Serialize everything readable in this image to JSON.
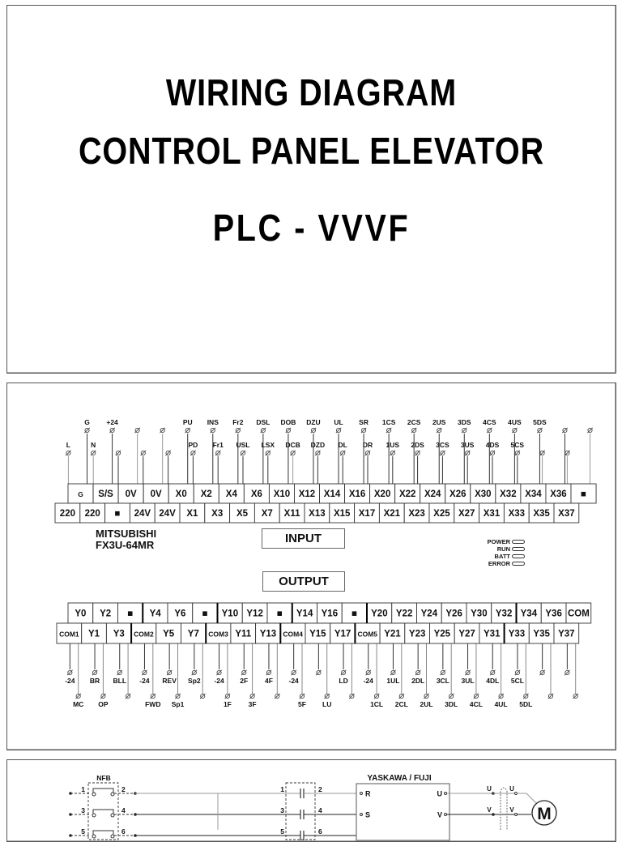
{
  "title_panel": {
    "lines": [
      "WIRING DIAGRAM",
      "CONTROL PANEL ELEVATOR",
      "PLC - VVVF"
    ]
  },
  "plc_panel": {
    "brand_line1": "MITSUBISHI",
    "brand_line2": "FX3U-64MR",
    "input_label": "INPUT",
    "output_label": "OUTPUT",
    "leds": [
      "POWER",
      "RUN",
      "BATT",
      "ERROR"
    ],
    "input": {
      "top_row": [
        "",
        "G",
        "S/S",
        "0V",
        "0V",
        "X0",
        "X2",
        "X4",
        "X6",
        "X10",
        "X12",
        "X14",
        "X16",
        "X20",
        "X22",
        "X24",
        "X26",
        "X30",
        "X32",
        "X34",
        "X36",
        "■"
      ],
      "bottom_row": [
        "220",
        "220",
        "■",
        "24V",
        "24V",
        "X1",
        "X3",
        "X5",
        "X7",
        "X11",
        "X13",
        "X15",
        "X17",
        "X21",
        "X23",
        "X25",
        "X27",
        "X31",
        "X33",
        "X35",
        "X37"
      ],
      "top_wire_labels": [
        "G",
        "+24",
        "",
        "",
        "PU",
        "INS",
        "Fr2",
        "DSL",
        "DOB",
        "DZU",
        "UL",
        "SR",
        "1CS",
        "2CS",
        "2US",
        "3DS",
        "4CS",
        "4US",
        "5DS",
        "",
        ""
      ],
      "bottom_wire_labels": [
        "L",
        "N",
        "",
        "",
        "",
        "PD",
        "Fr1",
        "USL",
        "LSX",
        "DCB",
        "DZD",
        "DL",
        "DR",
        "1US",
        "2DS",
        "3CS",
        "3US",
        "4DS",
        "5CS",
        "",
        ""
      ]
    },
    "output": {
      "top_row": [
        "Y0",
        "Y2",
        "■",
        "Y4",
        "Y6",
        "■",
        "Y10",
        "Y12",
        "■",
        "Y14",
        "Y16",
        "■",
        "Y20",
        "Y22",
        "Y24",
        "Y26",
        "Y30",
        "Y32",
        "Y34",
        "Y36",
        "COM"
      ],
      "bottom_row": [
        "COM1",
        "Y1",
        "Y3",
        "COM2",
        "Y5",
        "Y7",
        "COM3",
        "Y11",
        "Y13",
        "COM4",
        "Y15",
        "Y17",
        "COM5",
        "Y21",
        "Y23",
        "Y25",
        "Y27",
        "Y31",
        "Y33",
        "Y35",
        "Y37"
      ],
      "bottom_wire_labels": [
        "-24",
        "BR",
        "BLL",
        "-24",
        "REV",
        "Sp2",
        "-24",
        "2F",
        "4F",
        "-24",
        "",
        "LD",
        "-24",
        "1UL",
        "2DL",
        "3CL",
        "3UL",
        "4DL",
        "5CL",
        "",
        ""
      ],
      "top_wire_labels": [
        "MC",
        "OP",
        "",
        "FWD",
        "Sp1",
        "",
        "1F",
        "3F",
        "",
        "5F",
        "LU",
        "",
        "1CL",
        "2CL",
        "2UL",
        "3DL",
        "4CL",
        "4UL",
        "5DL",
        "",
        ""
      ]
    }
  },
  "power_panel": {
    "breaker_label": "NFB",
    "breaker_terminals": [
      "1",
      "2",
      "3",
      "4",
      "5",
      "6"
    ],
    "contactor_terminals": [
      "1",
      "2",
      "3",
      "4",
      "5",
      "6"
    ],
    "inverter_label": "YASKAWA / FUJI",
    "inverter_inputs": [
      "R",
      "S"
    ],
    "inverter_outputs": [
      "U",
      "V"
    ],
    "motor_terminals": [
      "U",
      "U",
      "V",
      "V"
    ],
    "motor_label": "M"
  }
}
